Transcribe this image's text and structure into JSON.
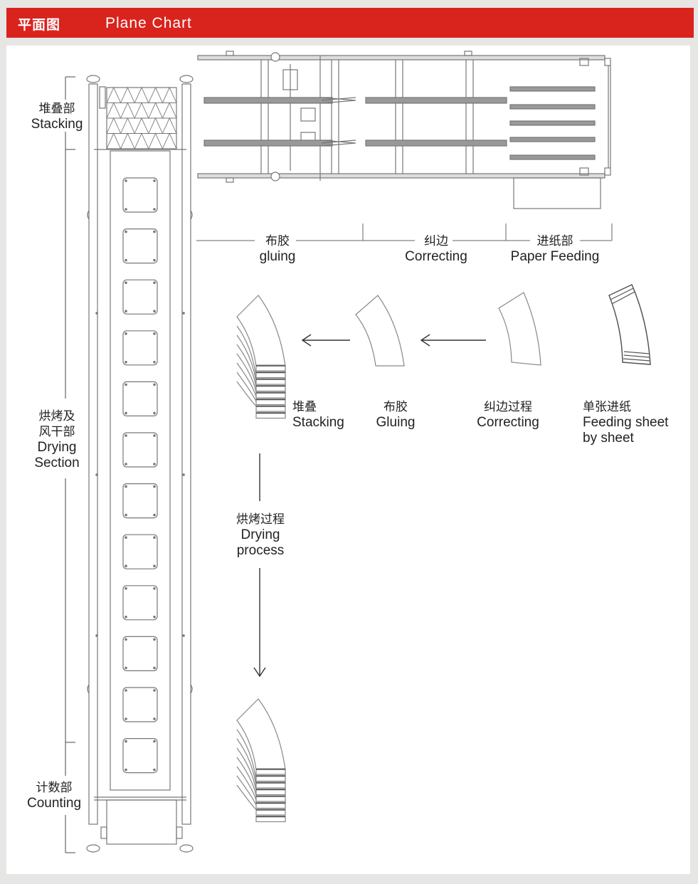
{
  "header": {
    "title_cn": "平面图",
    "title_en": "Plane Chart",
    "background_color": "#d9231d"
  },
  "side_sections": [
    {
      "cn": "堆叠部",
      "en": "Stacking"
    },
    {
      "cn": "烘烤及风干部",
      "cn_line1": "烘烤及",
      "cn_line2": "风干部",
      "en": "Drying",
      "en2": "Section"
    },
    {
      "cn": "计数部",
      "en": "Counting"
    }
  ],
  "top_sections": [
    {
      "cn": "布胶",
      "en": "gluing"
    },
    {
      "cn": "纠边",
      "en": "Correcting"
    },
    {
      "cn": "进纸部",
      "en": "Paper Feeding"
    }
  ],
  "process_steps": [
    {
      "cn": "堆叠",
      "en": "Stacking"
    },
    {
      "cn": "布胶",
      "en": "Gluing"
    },
    {
      "cn": "纠边过程",
      "en": "Correcting"
    },
    {
      "cn": "单张进纸",
      "en": "Feeding sheet",
      "en2": "by sheet"
    }
  ],
  "drying_step": {
    "cn": "烘烤过程",
    "en": "Drying",
    "en2": "process"
  },
  "machine": {
    "drying_windows": 12
  }
}
